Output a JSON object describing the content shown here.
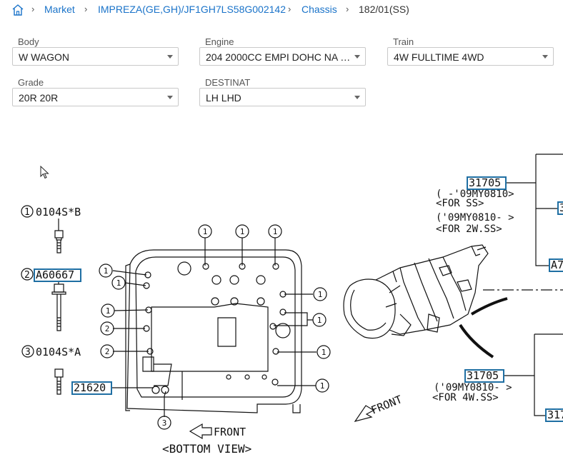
{
  "breadcrumb": {
    "items": [
      {
        "label": "Market"
      },
      {
        "label": "IMPREZA(GE,GH)/JF1GH7LS58G002142"
      },
      {
        "label": "Chassis"
      }
    ],
    "current": "182/01(SS)"
  },
  "filters": {
    "body": {
      "label": "Body",
      "value": "W WAGON"
    },
    "engine": {
      "label": "Engine",
      "value": "204 2000CC EMPI DOHC NA & ..."
    },
    "train": {
      "label": "Train",
      "value": "4W FULLTIME 4WD"
    },
    "grade": {
      "label": "Grade",
      "value": "20R 20R"
    },
    "destinat": {
      "label": "DESTINAT",
      "value": "LH LHD"
    }
  },
  "diagram": {
    "parts": [
      {
        "ref": "1",
        "code": "0104S*B"
      },
      {
        "ref": "2",
        "code": "A60667"
      },
      {
        "ref": "3",
        "code": "0104S*A"
      }
    ],
    "callouts": {
      "part_21620": "21620",
      "part_31705_top": "31705",
      "part_31705_bottom": "31705",
      "right_edge_a7": "A7",
      "right_edge_317": "317",
      "right_edge_3": "3"
    },
    "notes": {
      "top_range_1": "( -'09MY0810>",
      "top_for_1": "<FOR SS>",
      "top_range_2": "('09MY0810-  >",
      "top_for_2": "<FOR 2W.SS>",
      "bottom_range": "('09MY0810-  >",
      "bottom_for": "<FOR 4W.SS>"
    },
    "view_front_label": "FRONT",
    "view_title": "<BOTTOM VIEW>",
    "trans_front_label": "FRONT",
    "circle_1": "1",
    "circle_2": "2",
    "circle_3": "3"
  },
  "icons": {
    "home": "home-icon",
    "separator": "chevron-right-icon",
    "dropdown": "caret-down-icon",
    "cursor": "mouse-cursor-icon"
  }
}
